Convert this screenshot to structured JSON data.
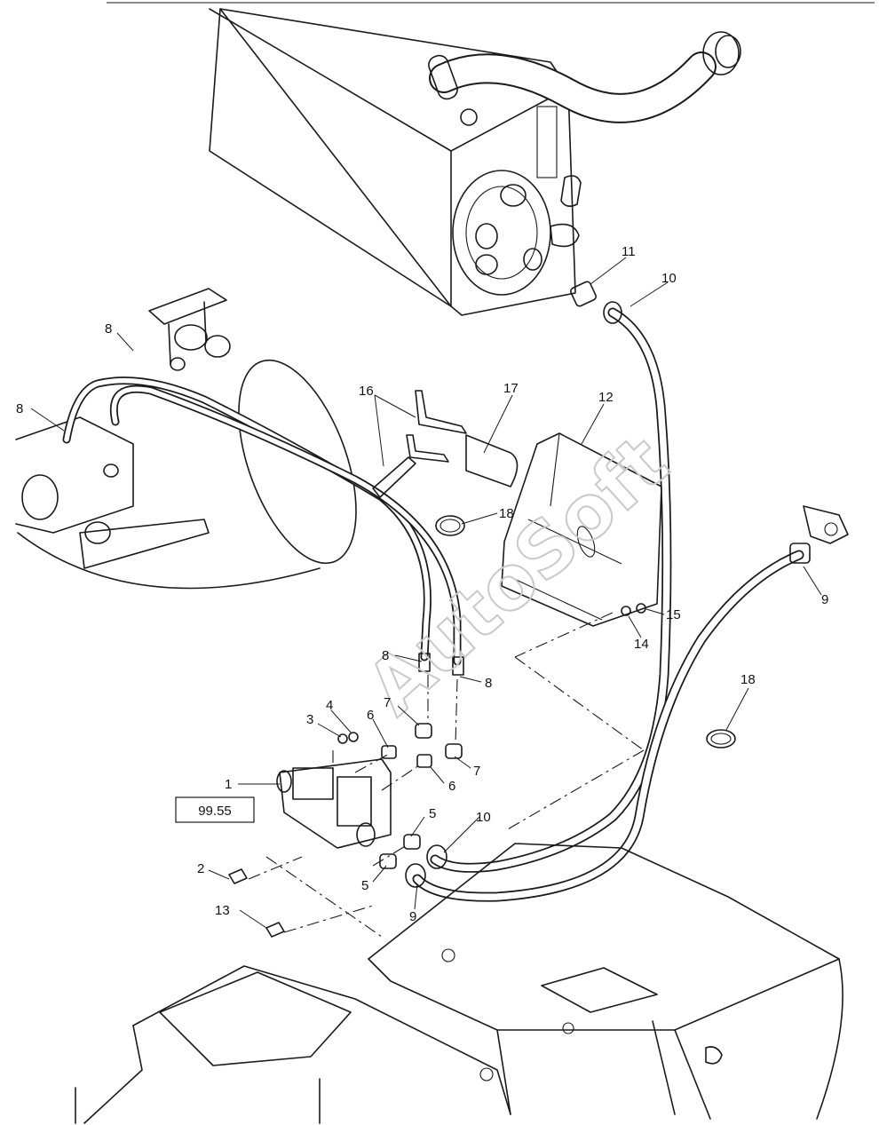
{
  "watermark": {
    "text": "AutoSoft"
  },
  "reference_box": {
    "text": "99.55"
  },
  "callouts": {
    "c1": "1",
    "c2": "2",
    "c3": "3",
    "c4": "4",
    "c5a": "5",
    "c5b": "5",
    "c6a": "6",
    "c6b": "6",
    "c7a": "7",
    "c7b": "7",
    "c8a": "8",
    "c8b": "8",
    "c8c": "8",
    "c8d": "8",
    "c9a": "9",
    "c9b": "9",
    "c10a": "10",
    "c10b": "10",
    "c11": "11",
    "c12": "12",
    "c13": "13",
    "c14": "14",
    "c15": "15",
    "c16": "16",
    "c17": "17",
    "c18a": "18",
    "c18b": "18"
  }
}
